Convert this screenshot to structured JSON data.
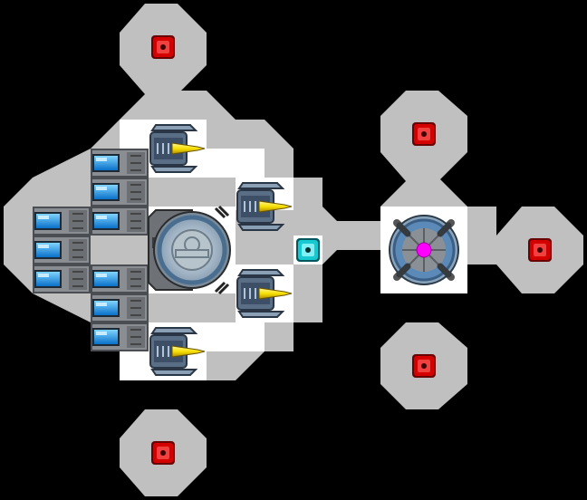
{
  "game": {
    "view": "ship-blueprint-editor",
    "colors": {
      "background": "#000000",
      "hull": "#c0c0c0",
      "room_floor": "#ffffff",
      "hull_node": "#d40000",
      "hub_node": "#18c8d0",
      "reactor_core": "#ff00ff",
      "cannon_barrel": "#f8e000",
      "engine_glow": "#1aa8ff"
    },
    "modules": {
      "hull_node_count": 6,
      "hub_node_count": 1,
      "cannon_count": 4,
      "engine_count": 9,
      "reactor_count": 1,
      "bridge_count": 1
    }
  }
}
